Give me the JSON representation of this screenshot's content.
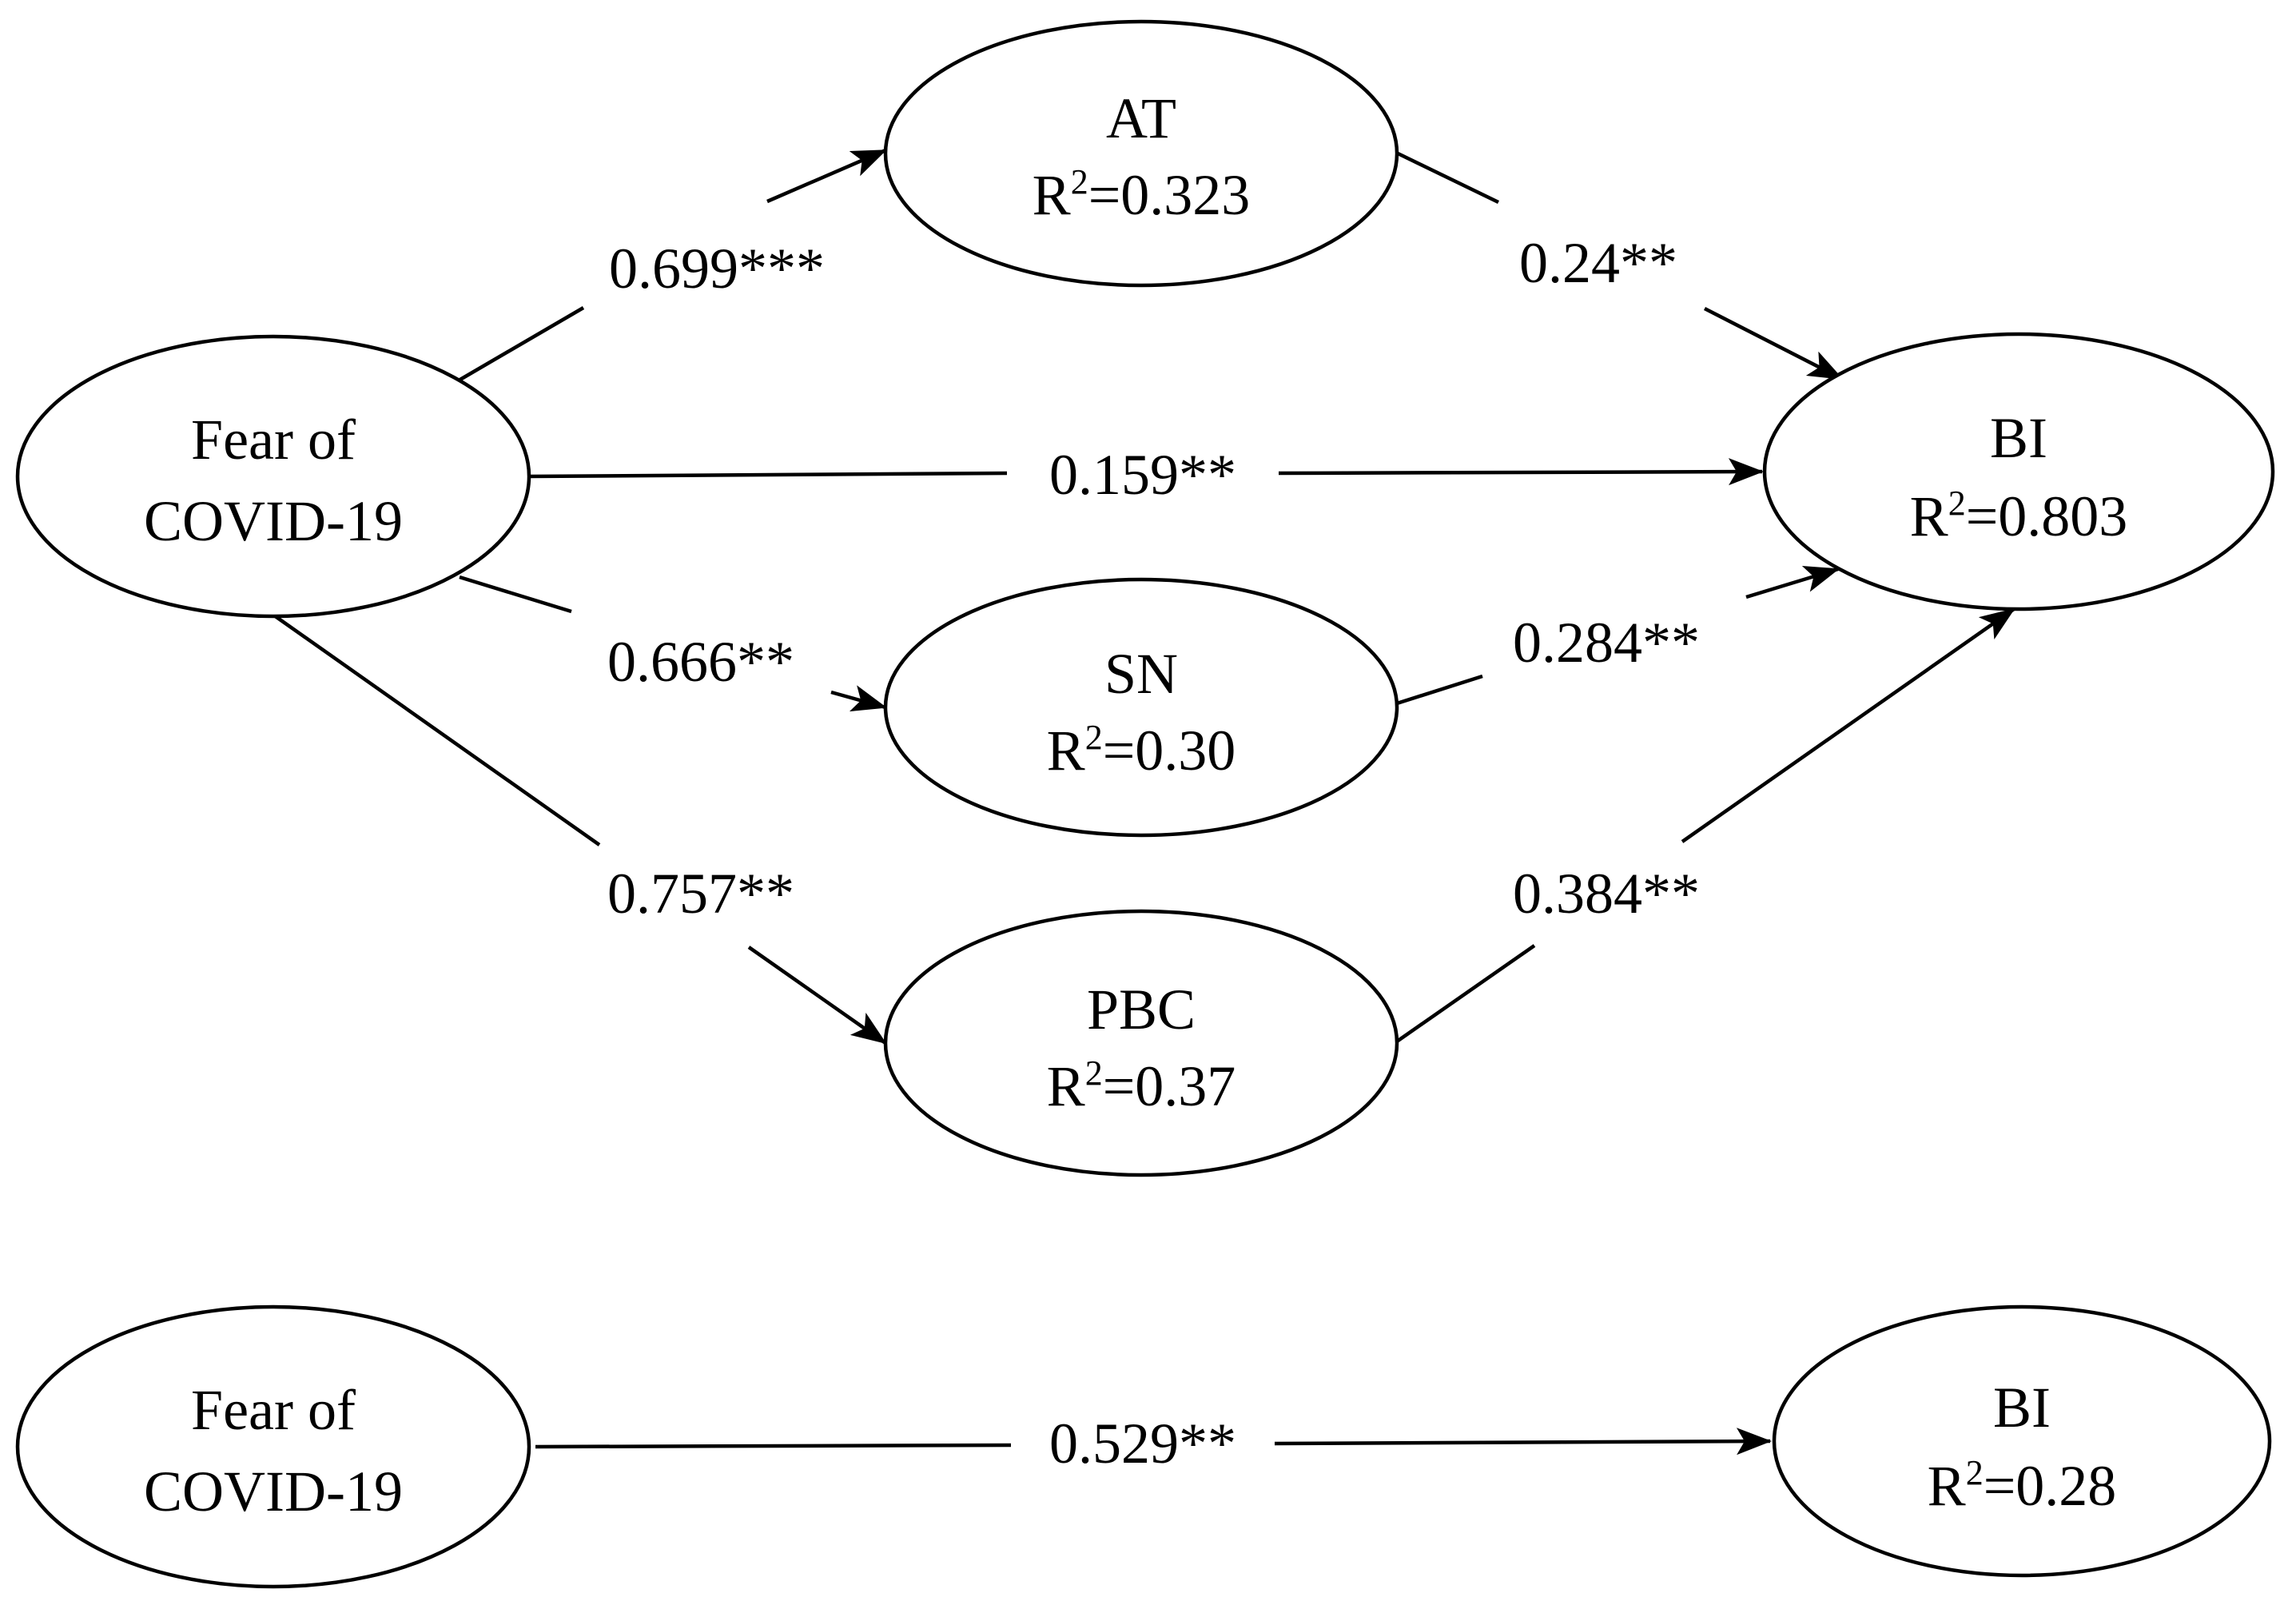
{
  "diagram": {
    "model_full": {
      "nodes": {
        "fear": {
          "line1": "Fear of",
          "line2": "COVID-19"
        },
        "at": {
          "line1": "AT",
          "r2_prefix": "R",
          "r2_sup": "2",
          "r2_value": "=0.323"
        },
        "sn": {
          "line1": "SN",
          "r2_prefix": "R",
          "r2_sup": "2",
          "r2_value": "=0.30"
        },
        "pbc": {
          "line1": "PBC",
          "r2_prefix": "R",
          "r2_sup": "2",
          "r2_value": "=0.37"
        },
        "bi": {
          "line1": "BI",
          "r2_prefix": "R",
          "r2_sup": "2",
          "r2_value": "=0.803"
        }
      },
      "edges": {
        "fear_at": "0.699***",
        "fear_bi": "0.159**",
        "fear_sn": "0.666**",
        "fear_pbc": "0.757**",
        "at_bi": "0.24**",
        "sn_bi": "0.284**",
        "pbc_bi": "0.384**"
      }
    },
    "model_direct": {
      "nodes": {
        "fear": {
          "line1": "Fear of",
          "line2": "COVID-19"
        },
        "bi": {
          "line1": "BI",
          "r2_prefix": "R",
          "r2_sup": "2",
          "r2_value": "=0.28"
        }
      },
      "edges": {
        "fear_bi": "0.529**"
      }
    }
  }
}
